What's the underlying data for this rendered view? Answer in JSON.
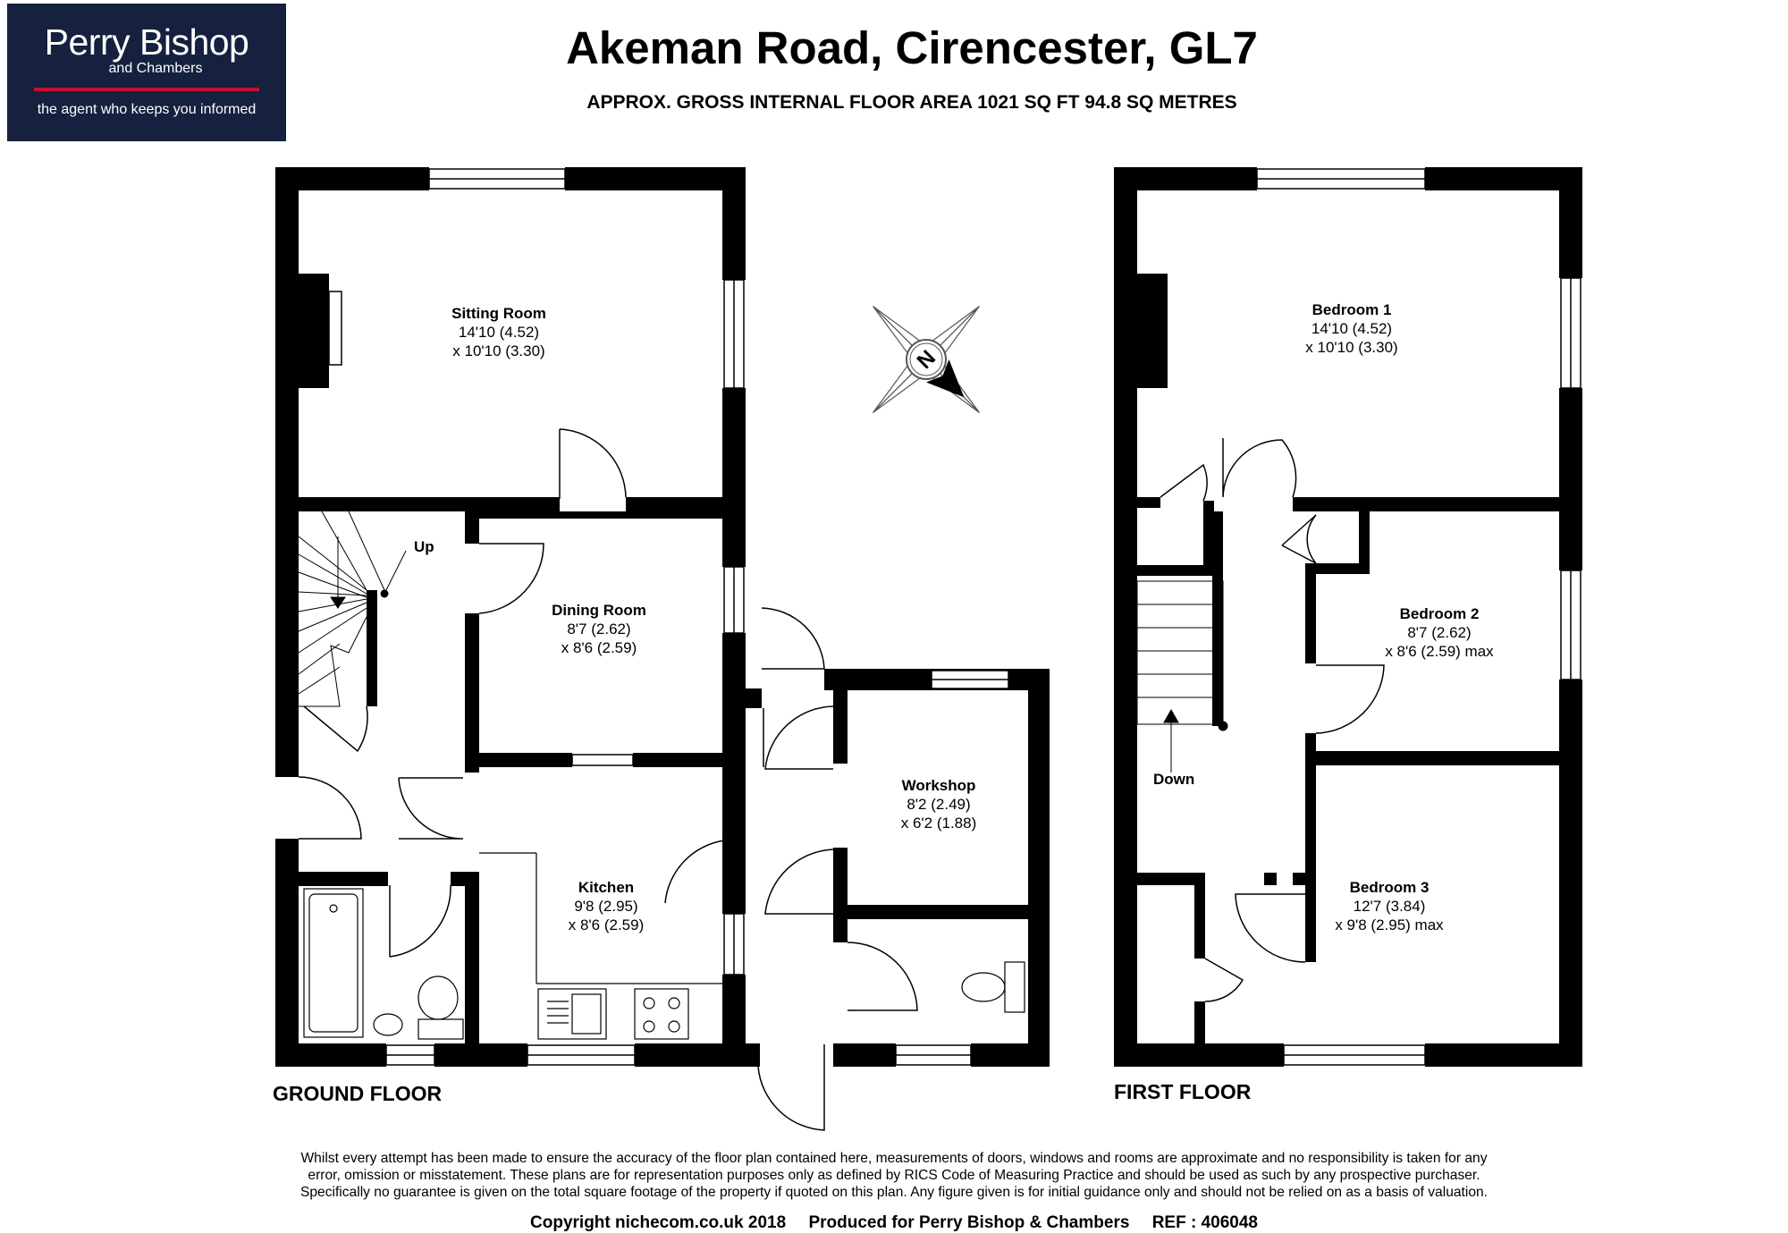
{
  "logo": {
    "name": "Perry Bishop",
    "sub": "and Chambers",
    "tagline": "the agent who keeps you informed",
    "colors": {
      "background": "#16203f",
      "accent": "#c4112f"
    }
  },
  "header": {
    "title": "Akeman Road, Cirencester, GL7",
    "subtitle": "APPROX. GROSS INTERNAL FLOOR AREA 1021 SQ FT 94.8 SQ METRES"
  },
  "compass": {
    "label": "N",
    "icon": "compass-rose-icon"
  },
  "floors": {
    "ground": {
      "label": "GROUND FLOOR",
      "stairs_label": "Up",
      "rooms": [
        {
          "name": "Sitting Room",
          "dim1": "14'10 (4.52)",
          "dim2": "x 10'10 (3.30)"
        },
        {
          "name": "Dining Room",
          "dim1": "8'7 (2.62)",
          "dim2": "x 8'6 (2.59)"
        },
        {
          "name": "Kitchen",
          "dim1": "9'8 (2.95)",
          "dim2": "x 8'6 (2.59)"
        },
        {
          "name": "Workshop",
          "dim1": "8'2 (2.49)",
          "dim2": "x 6'2 (1.88)"
        }
      ]
    },
    "first": {
      "label": "FIRST FLOOR",
      "stairs_label": "Down",
      "rooms": [
        {
          "name": "Bedroom 1",
          "dim1": "14'10 (4.52)",
          "dim2": "x 10'10 (3.30)"
        },
        {
          "name": "Bedroom 2",
          "dim1": "8'7 (2.62)",
          "dim2": "x 8'6 (2.59) max"
        },
        {
          "name": "Bedroom 3",
          "dim1": "12'7 (3.84)",
          "dim2": "x 9'8 (2.95) max"
        }
      ]
    }
  },
  "disclaimer": [
    "Whilst every attempt has been made to ensure the accuracy of the floor plan contained here, measurements of doors, windows and rooms are approximate and no responsibility is taken for any",
    "error, omission or misstatement. These plans are for representation purposes only as defined by RICS Code of Measuring Practice and should be used as such by any prospective purchaser.",
    "Specifically no guarantee is given on the total square footage of the property if quoted on this plan. Any figure given is for initial guidance only and should not be relied on as a basis of valuation."
  ],
  "footer": {
    "copyright": "Copyright nichecom.co.uk 2018",
    "produced": "Produced for Perry Bishop & Chambers",
    "ref": "REF :  406048"
  }
}
